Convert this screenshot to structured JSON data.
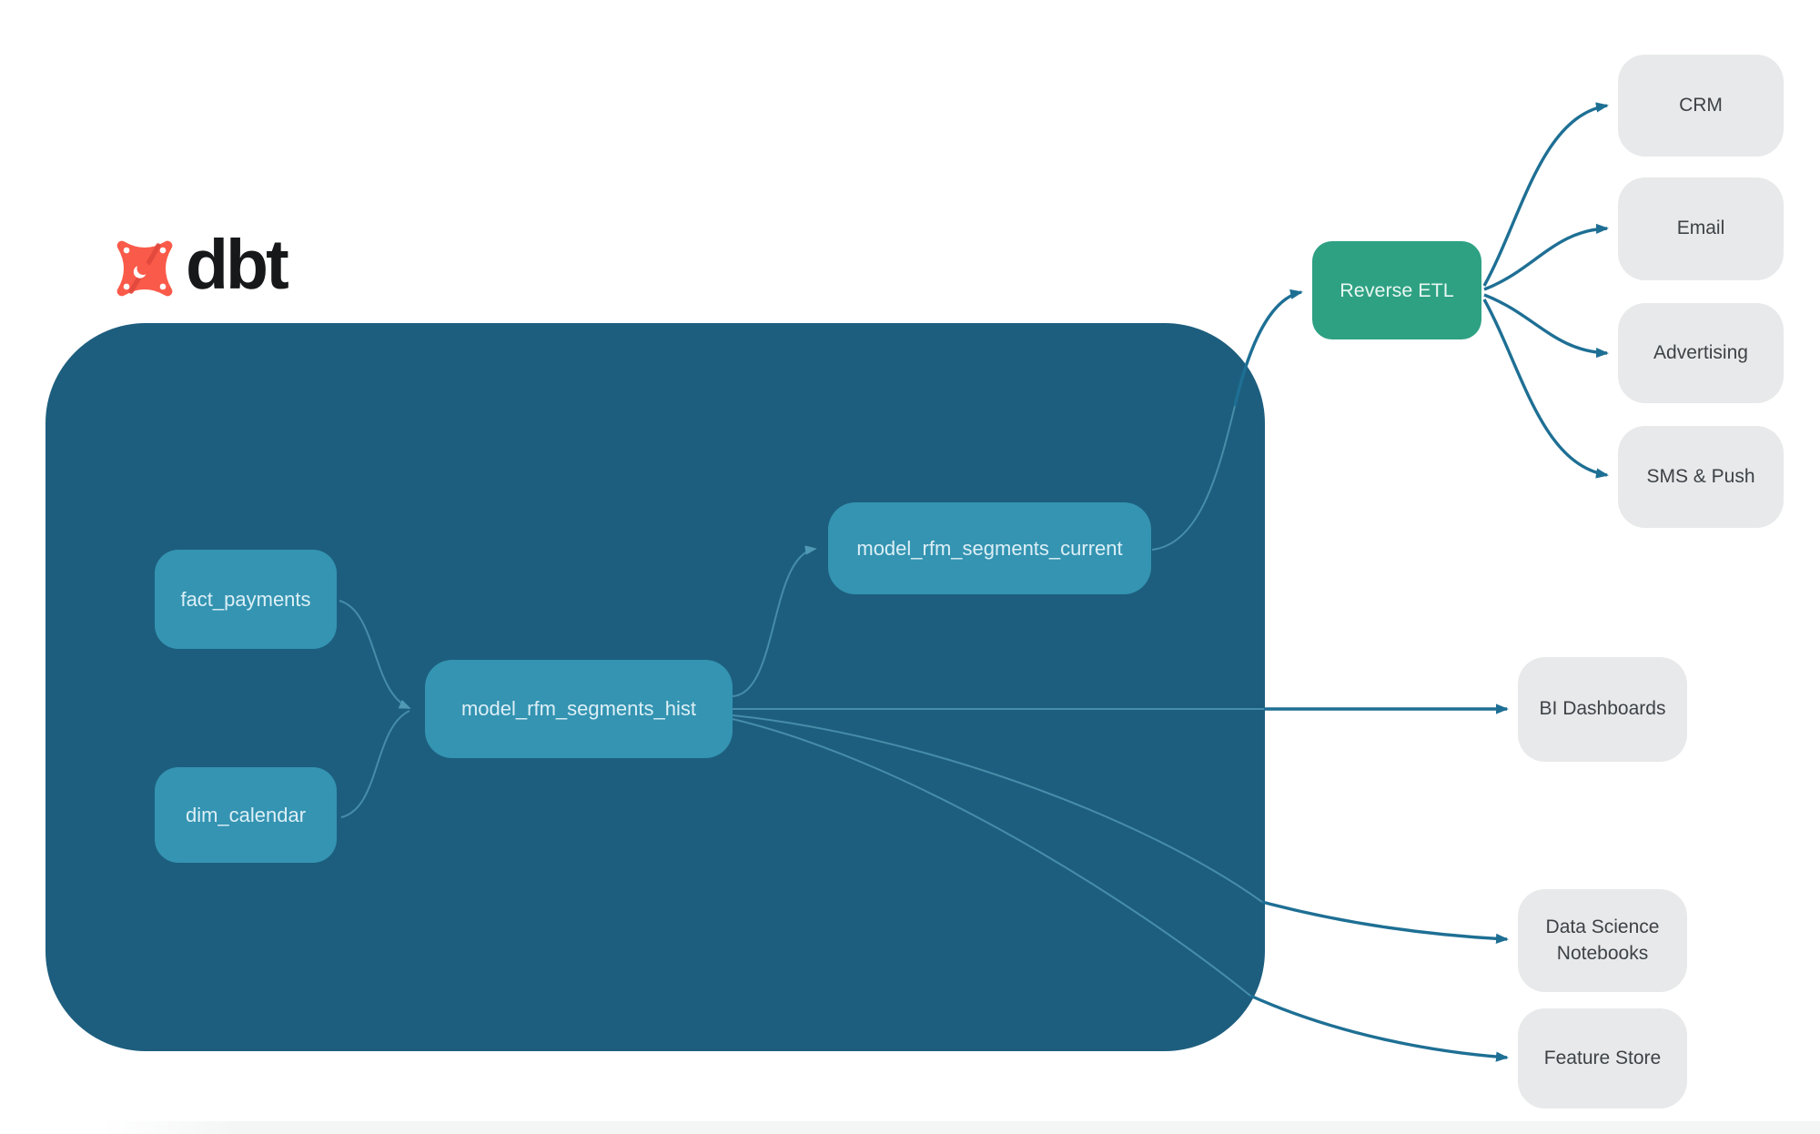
{
  "logo": {
    "brand": "dbt",
    "icon_color": "#fa5a49",
    "text_color": "#16181a"
  },
  "colors": {
    "warehouse_container": "#1d5e7e",
    "model_node": "#3494b2",
    "reverse_etl_node": "#2ea183",
    "destination_node": "#e8e9ea",
    "edge_dark": "#1e6f94",
    "edge_light": "#4b93ae",
    "background": "#ffffff"
  },
  "models": {
    "nodes": [
      {
        "id": "fact_payments",
        "label": "fact_payments"
      },
      {
        "id": "dim_calendar",
        "label": "dim_calendar"
      },
      {
        "id": "model_rfm_segments_hist",
        "label": "model_rfm_segments_hist"
      },
      {
        "id": "model_rfm_segments_current",
        "label": "model_rfm_segments_current"
      }
    ]
  },
  "reverse_etl": {
    "label": "Reverse ETL"
  },
  "destinations": [
    {
      "label": "CRM"
    },
    {
      "label": "Email"
    },
    {
      "label": "Advertising"
    },
    {
      "label": "SMS & Push"
    },
    {
      "label": "BI Dashboards"
    },
    {
      "label": "Data Science Notebooks"
    },
    {
      "label": "Feature Store"
    }
  ],
  "edges": [
    {
      "from": "fact_payments",
      "to": "model_rfm_segments_hist"
    },
    {
      "from": "dim_calendar",
      "to": "model_rfm_segments_hist"
    },
    {
      "from": "model_rfm_segments_hist",
      "to": "model_rfm_segments_current"
    },
    {
      "from": "model_rfm_segments_current",
      "to": "Reverse ETL"
    },
    {
      "from": "Reverse ETL",
      "to": "CRM"
    },
    {
      "from": "Reverse ETL",
      "to": "Email"
    },
    {
      "from": "Reverse ETL",
      "to": "Advertising"
    },
    {
      "from": "Reverse ETL",
      "to": "SMS & Push"
    },
    {
      "from": "model_rfm_segments_hist",
      "to": "BI Dashboards"
    },
    {
      "from": "model_rfm_segments_hist",
      "to": "Data Science Notebooks"
    },
    {
      "from": "model_rfm_segments_hist",
      "to": "Feature Store"
    }
  ]
}
